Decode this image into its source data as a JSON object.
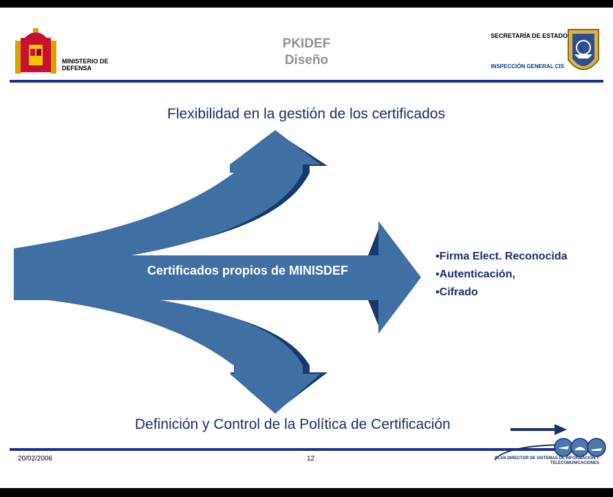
{
  "header": {
    "ministerio": "MINISTERIO DE DEFENSA",
    "title_line1": "PKIDEF",
    "title_line2": "Diseño",
    "secretaria": "SECRETARÍA DE ESTADO",
    "inspeccion": "INSPECCIÓN GENERAL CIS"
  },
  "diagram": {
    "top_label": "Flexibilidad en la gestión de los certificados",
    "center_label": "Certificados propios de MINISDEF",
    "bottom_label": "Definición y Control de la Política de Certificación",
    "bullets": [
      "▪Firma Elect. Reconocida",
      "▪Autenticación,",
      "▪Cifrado"
    ]
  },
  "footer": {
    "date": "20/02/2006",
    "page_number": "12",
    "plan_director": "PLAN DIRECTOR DE SISTEMAS DE INFORMACIÓN Y TELECOMUNICACIONES"
  },
  "colors": {
    "arrow_light": "#3f6fa3",
    "arrow_dark": "#17396b",
    "rule_blue": "#1a2d8e",
    "text_blue": "#1a2d6e",
    "title_gray": "#909090"
  }
}
